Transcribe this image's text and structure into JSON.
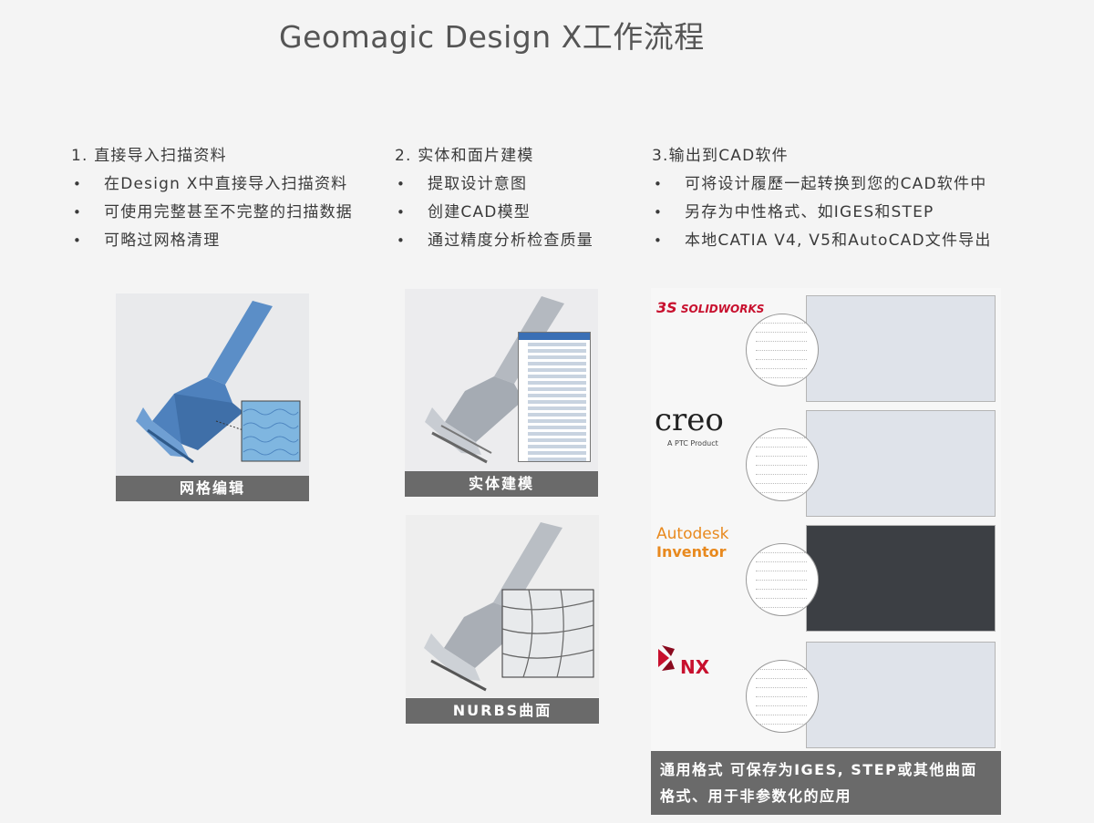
{
  "title": "Geomagic Design X工作流程",
  "columns": [
    {
      "heading": "1. 直接导入扫描资料",
      "items": [
        "在Design X中直接导入扫描资料",
        "可使用完整甚至不完整的扫描数据",
        "可略过网格清理"
      ]
    },
    {
      "heading": "2. 实体和面片建模",
      "items": [
        "提取设计意图",
        "创建CAD模型",
        "通过精度分析检查质量"
      ]
    },
    {
      "heading": "3.输出到CAD软件",
      "items": [
        "可将设计履歷一起转换到您的CAD软件中",
        "另存为中性格式、如IGES和STEP",
        "本地CATIA V4, V5和AutoCAD文件导出"
      ]
    }
  ],
  "bullet": "•",
  "captions": {
    "mesh": "网格编辑",
    "solid": "实体建模",
    "nurbs": "NURBS曲面",
    "cad_line1": "通用格式 可保存为IGES, STEP或其他曲面",
    "cad_line2": "格式、用于非参数化的应用"
  },
  "logos": {
    "solidworks_ds": "3S",
    "solidworks": "SOLIDWORKS",
    "creo": "creo",
    "creo_sub": "A PTC Product",
    "autodesk": "Autodesk",
    "inventor": "Inventor",
    "nx": "NX"
  },
  "colors": {
    "caption_bg": "#6a6a6a",
    "part_blue": "#5b8ec7",
    "part_grey": "#9aa2ab",
    "brand_red": "#c8102e",
    "autodesk_orange": "#e8891e"
  }
}
